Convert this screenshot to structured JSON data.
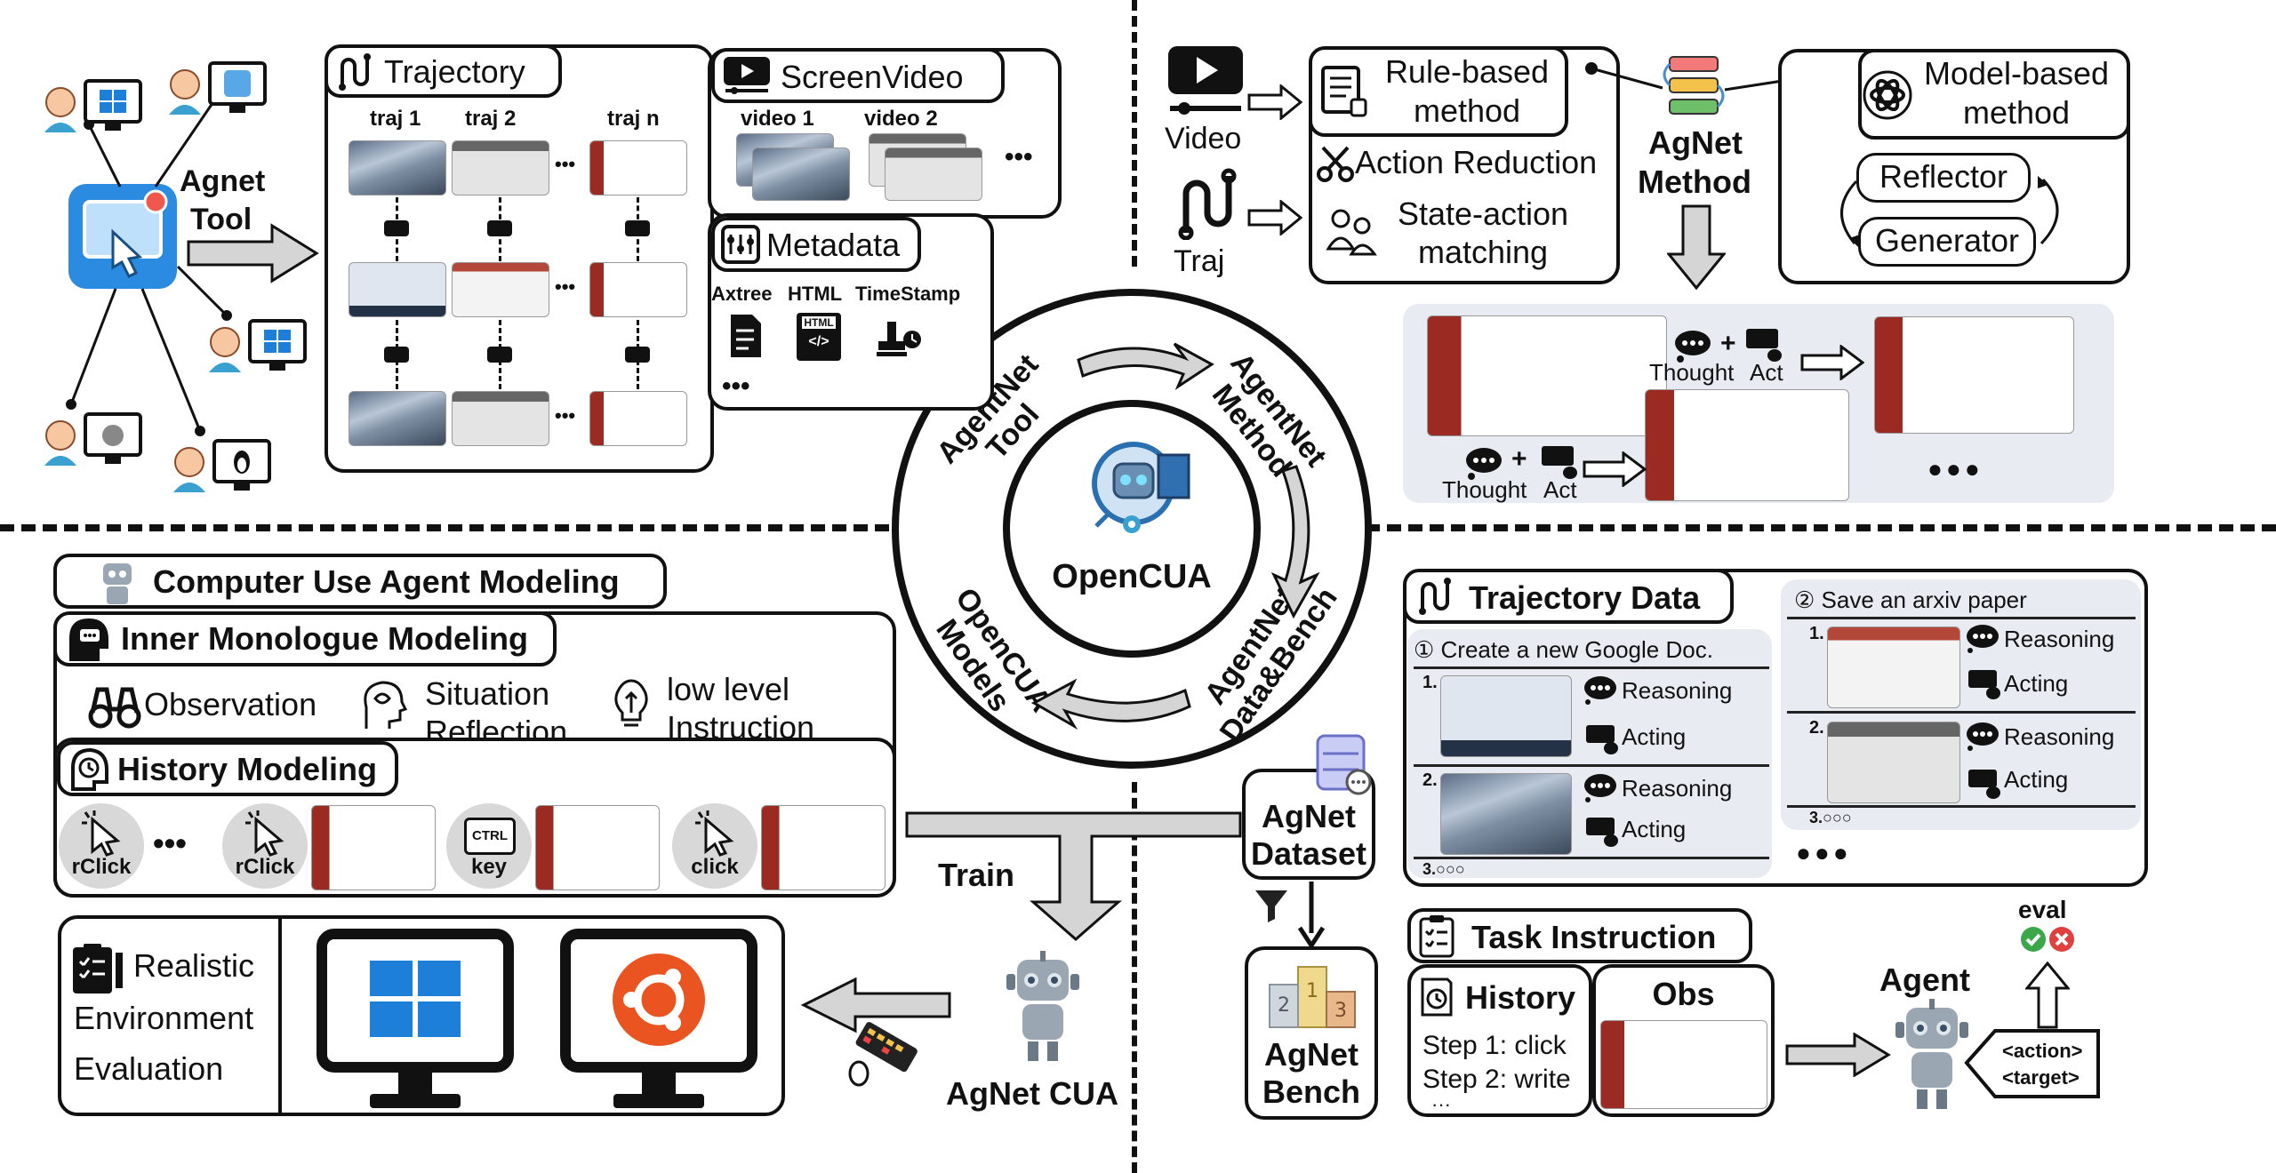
{
  "center": {
    "title": "OpenCUA",
    "ring": [
      "AgentNet Tool",
      "AgentNet Method",
      "AgentNet Data&Bench",
      "OpenCUA Models"
    ]
  },
  "tool": {
    "label_line1": "Agnet",
    "label_line2": "Tool",
    "trajectory": {
      "title": "Trajectory",
      "cols": [
        "traj 1",
        "traj 2",
        "traj n"
      ]
    },
    "screenvideo": {
      "title": "ScreenVideo",
      "cols": [
        "video 1",
        "video 2"
      ]
    },
    "metadata": {
      "title": "Metadata",
      "items": [
        "Axtree",
        "HTML",
        "TimeStamp"
      ],
      "ellipsis": "•••",
      "html_tag": "HTML",
      "html_code": "</>"
    }
  },
  "method": {
    "video": "Video",
    "traj": "Traj",
    "rule_line1": "Rule-based",
    "rule_line2": "method",
    "action_reduction": "Action Reduction",
    "state_line1": "State-action",
    "state_line2": "matching",
    "agnet_line1": "AgNet",
    "agnet_line2": "Method",
    "model_line1": "Model-based",
    "model_line2": "method",
    "reflector": "Reflector",
    "generator": "Generator",
    "thought": "Thought",
    "act": "Act",
    "plus": "+",
    "ellipsis": "●●●"
  },
  "modeling": {
    "cua_title": "Computer Use Agent Modeling",
    "inner_title": "Inner Monologue Modeling",
    "observation": "Observation",
    "situation_line1": "Situation",
    "situation_line2": "Reflection",
    "instruction_line1": "low level",
    "instruction_line2": "Instruction",
    "history_title": "History Modeling",
    "actions": [
      "rClick",
      "rClick",
      "key",
      "click"
    ],
    "ctrl": "CTRL",
    "ellipsis": "•••",
    "realistic_line1": "Realistic",
    "realistic_line2": "Environment",
    "realistic_line3": "Evaluation",
    "train": "Train",
    "cua": "AgNet CUA"
  },
  "data": {
    "dataset_line1": "AgNet",
    "dataset_line2": "Dataset",
    "bench_line1": "AgNet",
    "bench_line2": "Bench",
    "trajectory_title": "Trajectory Data",
    "task1": "① Create a new Google Doc.",
    "task2": "② Save an arxiv paper",
    "reasoning": "Reasoning",
    "acting": "Acting",
    "step1": "1.",
    "step2": "2.",
    "step3": "3.○○○",
    "ellipsis": "●●●",
    "task_instruction": "Task Instruction",
    "history": "History",
    "hist_step1": "Step 1: click",
    "hist_step2": "Step 2: write",
    "hist_more": "···",
    "obs": "Obs",
    "agent": "Agent",
    "eval": "eval",
    "action_tag": "<action>",
    "target_tag": "<target>"
  },
  "colors": {
    "accent_blue": "#2a8be0",
    "arrow_gray": "#d5d5d5",
    "pane_bg": "#e8ebf2",
    "ubuntu": "#e95420",
    "windows": "#1e7fd8",
    "check": "#3aa84a",
    "cross": "#e04040"
  }
}
